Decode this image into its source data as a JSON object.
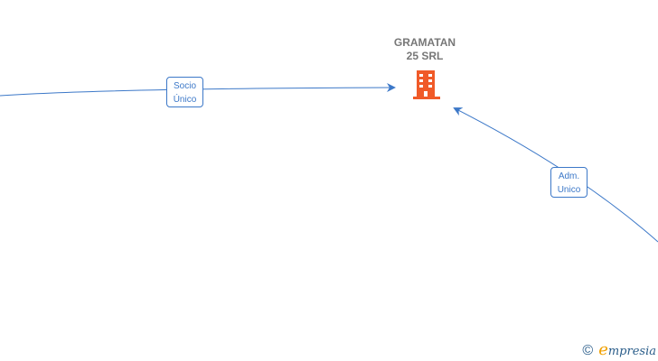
{
  "company": {
    "name_line1": "GRAMATAN",
    "name_line2": "25 SRL",
    "icon": "building-icon",
    "icon_color": "#f05a28"
  },
  "relations": [
    {
      "label_line1": "Socio",
      "label_line2": "Único"
    },
    {
      "label_line1": "Adm.",
      "label_line2": "Unico"
    }
  ],
  "colors": {
    "edge": "#3c78c8",
    "label_border": "#3c78c8",
    "company_text": "#777777"
  },
  "watermark": {
    "copyright_symbol": "©",
    "brand_initial": "e",
    "brand_rest": "mpresia"
  }
}
